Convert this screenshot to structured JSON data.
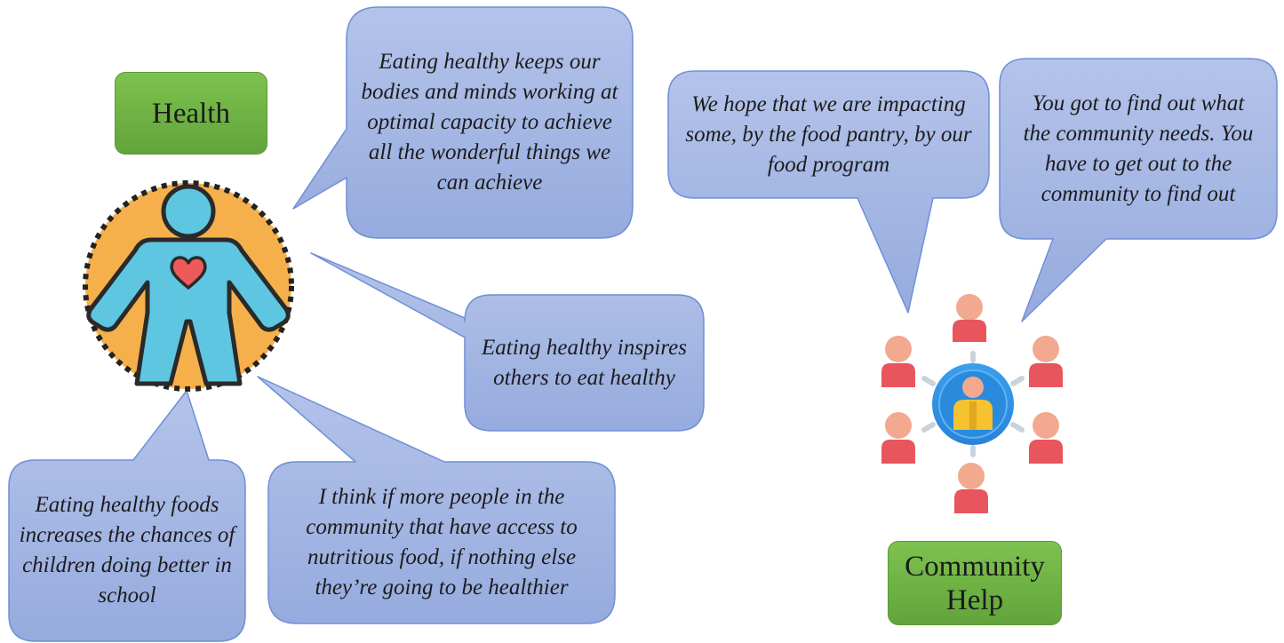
{
  "labels": {
    "health": "Health",
    "community_help": "Community Help"
  },
  "bubbles": {
    "body_mind": "Eating healthy keeps our bodies and minds working at optimal capacity to achieve all the wonderful things we can achieve",
    "inspires": "Eating healthy inspires others to eat healthy",
    "school": "Eating healthy foods increases the chances of children doing better in school",
    "access": "I think if more people in the community that have access to nutritious food, if nothing else they’re going to be healthier",
    "food_pantry": "We hope that we are impacting some, by the food pantry, by our food program",
    "find_out": "You got to find out what the community needs. You have to get out to the community to find out"
  },
  "icons": {
    "health": "person-with-heart-icon",
    "community": "community-network-icon"
  },
  "colors": {
    "bubble_fill": "#a3b5e2",
    "bubble_stroke": "#6f8fd6",
    "label_fill": "#6ab043",
    "body_orange": "#f6b04b",
    "body_blue": "#5ec6e0",
    "heart": "#ee5a5a",
    "person_red": "#e8555d",
    "person_skin": "#f2a98f",
    "hub_blue": "#2f8fe0",
    "hub_yellow": "#f6c230"
  }
}
